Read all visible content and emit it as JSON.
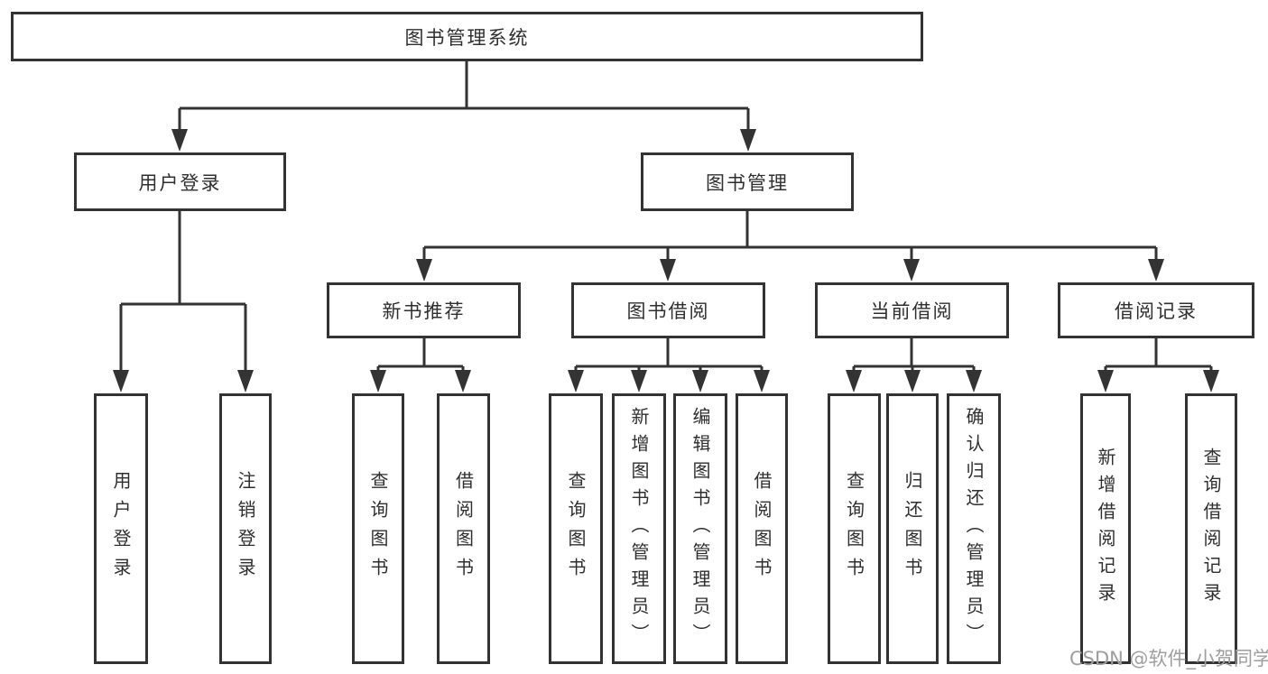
{
  "diagram": {
    "type": "hierarchy-tree",
    "root": "图书管理系统",
    "level2": {
      "user_login": "用户登录",
      "book_mgmt": "图书管理"
    },
    "level3": {
      "new_book_rec": "新书推荐",
      "book_borrow": "图书借阅",
      "current_borrow": "当前借阅",
      "borrow_record": "借阅记录"
    },
    "leaves": [
      "用户登录",
      "注销登录",
      "查询图书",
      "借阅图书",
      "查询图书",
      "新增图书（管理员）",
      "编辑图书（管理员）",
      "借阅图书",
      "查询图书",
      "归还图书",
      "确认归还（管理员）",
      "新增借阅记录",
      "查询借阅记录"
    ],
    "edges": {
      "图书管理系统": [
        "用户登录",
        "图书管理"
      ],
      "用户登录": [
        "用户登录",
        "注销登录"
      ],
      "图书管理": [
        "新书推荐",
        "图书借阅",
        "当前借阅",
        "借阅记录"
      ],
      "新书推荐": [
        "查询图书",
        "借阅图书"
      ],
      "图书借阅": [
        "查询图书",
        "新增图书（管理员）",
        "编辑图书（管理员）",
        "借阅图书"
      ],
      "当前借阅": [
        "查询图书",
        "归还图书",
        "确认归还（管理员）"
      ],
      "借阅记录": [
        "新增借阅记录",
        "查询借阅记录"
      ]
    },
    "colors": {
      "line": "#333333",
      "box_border": "#333333",
      "box_fill": "#ffffff",
      "text": "#2f2f2f",
      "watermark": "#9e9e9e",
      "background": "#ffffff"
    },
    "watermark": "CSDN @软件_小贺同学"
  }
}
